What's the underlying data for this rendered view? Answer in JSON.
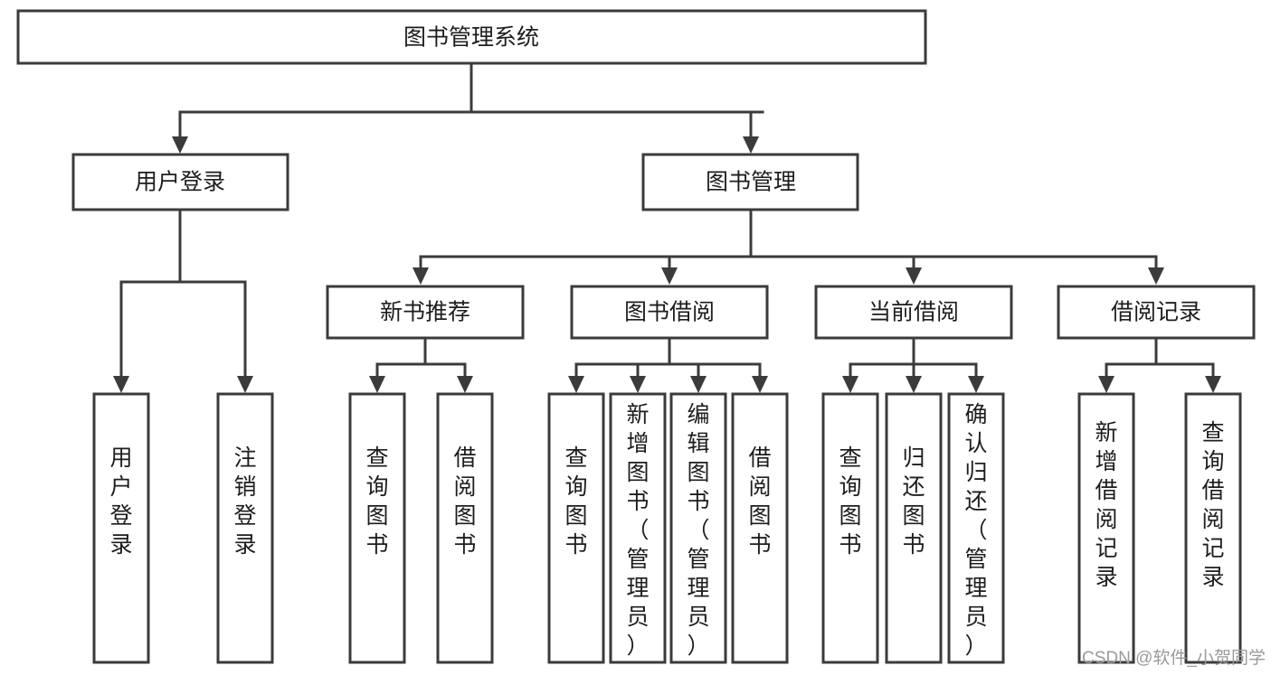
{
  "diagram": {
    "type": "tree-hierarchy",
    "title": "图书管理系统",
    "orientation": "top-down",
    "colors": {
      "box_fill": "#ffffff",
      "box_stroke": "#3b3b3b",
      "connector": "#3b3b3b",
      "text": "#1d1d1d",
      "watermark": "#9a9a9a"
    },
    "levels": [
      {
        "level": 1,
        "nodes": [
          {
            "id": "root",
            "label": "图书管理系统",
            "text_orientation": "horizontal"
          }
        ]
      },
      {
        "level": 2,
        "nodes": [
          {
            "id": "user-login",
            "label": "用户登录",
            "text_orientation": "horizontal",
            "parent": "root"
          },
          {
            "id": "book-manage",
            "label": "图书管理",
            "text_orientation": "horizontal",
            "parent": "root"
          }
        ]
      },
      {
        "level": 3,
        "nodes": [
          {
            "id": "new-book-rec",
            "label": "新书推荐",
            "text_orientation": "horizontal",
            "parent": "book-manage"
          },
          {
            "id": "book-borrow",
            "label": "图书借阅",
            "text_orientation": "horizontal",
            "parent": "book-manage"
          },
          {
            "id": "current-borrow",
            "label": "当前借阅",
            "text_orientation": "horizontal",
            "parent": "book-manage"
          },
          {
            "id": "borrow-record",
            "label": "借阅记录",
            "text_orientation": "horizontal",
            "parent": "book-manage"
          }
        ]
      },
      {
        "level": 4,
        "nodes": [
          {
            "id": "leaf-user-login",
            "label": "用户登录",
            "text_orientation": "vertical",
            "parent": "user-login"
          },
          {
            "id": "leaf-logout",
            "label": "注销登录",
            "text_orientation": "vertical",
            "parent": "user-login"
          },
          {
            "id": "leaf-query-book-1",
            "label": "查询图书",
            "text_orientation": "vertical",
            "parent": "new-book-rec"
          },
          {
            "id": "leaf-borrow-book-1",
            "label": "借阅图书",
            "text_orientation": "vertical",
            "parent": "new-book-rec"
          },
          {
            "id": "leaf-query-book-2",
            "label": "查询图书",
            "text_orientation": "vertical",
            "parent": "book-borrow"
          },
          {
            "id": "leaf-add-book",
            "label": "新增图书（管理员）",
            "text_orientation": "vertical",
            "parent": "book-borrow"
          },
          {
            "id": "leaf-edit-book",
            "label": "编辑图书（管理员）",
            "text_orientation": "vertical",
            "parent": "book-borrow"
          },
          {
            "id": "leaf-borrow-book-2",
            "label": "借阅图书",
            "text_orientation": "vertical",
            "parent": "book-borrow"
          },
          {
            "id": "leaf-query-book-3",
            "label": "查询图书",
            "text_orientation": "vertical",
            "parent": "current-borrow"
          },
          {
            "id": "leaf-return-book",
            "label": "归还图书",
            "text_orientation": "vertical",
            "parent": "current-borrow"
          },
          {
            "id": "leaf-confirm-return",
            "label": "确认归还（管理员）",
            "text_orientation": "vertical",
            "parent": "current-borrow"
          },
          {
            "id": "leaf-add-record",
            "label": "新增借阅记录",
            "text_orientation": "vertical",
            "parent": "borrow-record"
          },
          {
            "id": "leaf-query-record",
            "label": "查询借阅记录",
            "text_orientation": "vertical",
            "parent": "borrow-record"
          }
        ]
      }
    ]
  },
  "watermark": {
    "text": "CSDN @软件_小贺同学"
  }
}
